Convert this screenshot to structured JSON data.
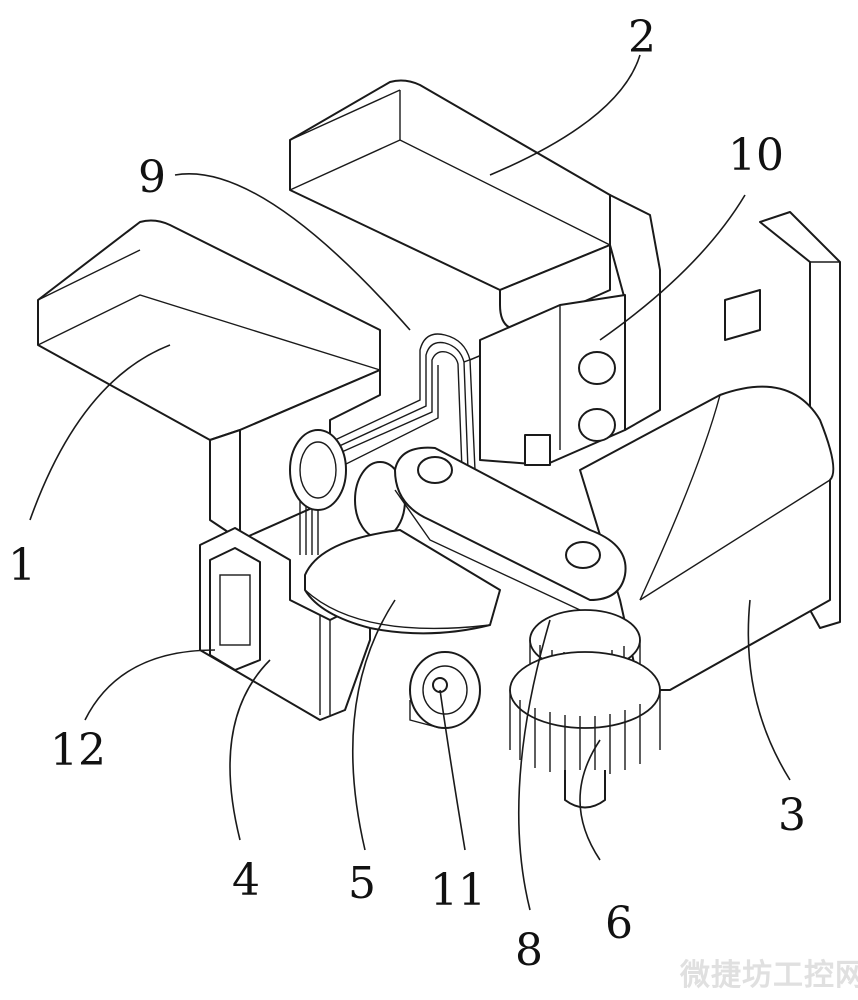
{
  "labels": {
    "l1": "1",
    "l2": "2",
    "l3": "3",
    "l4": "4",
    "l5": "5",
    "l6": "6",
    "l8": "8",
    "l9": "9",
    "l10": "10",
    "l11": "11",
    "l12": "12"
  },
  "watermark": "微捷坊工控网"
}
